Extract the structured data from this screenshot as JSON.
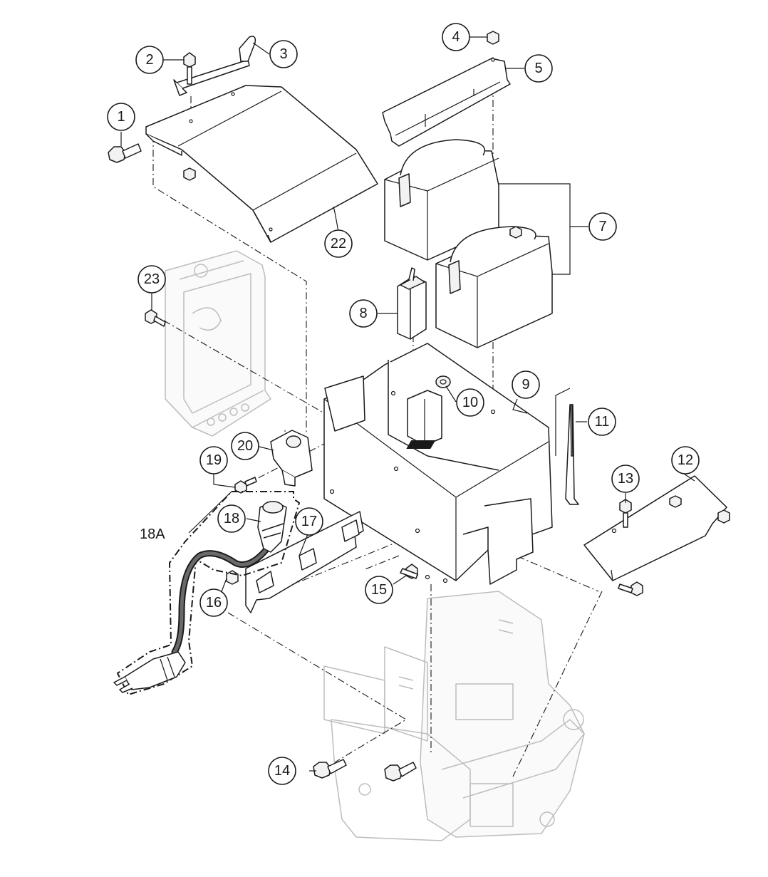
{
  "callouts": [
    {
      "id": "1",
      "label": "1"
    },
    {
      "id": "2",
      "label": "2"
    },
    {
      "id": "3",
      "label": "3"
    },
    {
      "id": "4",
      "label": "4"
    },
    {
      "id": "5",
      "label": "5"
    },
    {
      "id": "7",
      "label": "7"
    },
    {
      "id": "8",
      "label": "8"
    },
    {
      "id": "9",
      "label": "9"
    },
    {
      "id": "10",
      "label": "10"
    },
    {
      "id": "11",
      "label": "11"
    },
    {
      "id": "12",
      "label": "12"
    },
    {
      "id": "13",
      "label": "13"
    },
    {
      "id": "14",
      "label": "14"
    },
    {
      "id": "15",
      "label": "15"
    },
    {
      "id": "16",
      "label": "16"
    },
    {
      "id": "17",
      "label": "17"
    },
    {
      "id": "18",
      "label": "18"
    },
    {
      "id": "19",
      "label": "19"
    },
    {
      "id": "20",
      "label": "20"
    },
    {
      "id": "22",
      "label": "22"
    },
    {
      "id": "23",
      "label": "23"
    }
  ],
  "free_labels": {
    "cord_assembly": "18A"
  },
  "colors": {
    "line": "#1a1a1a",
    "ghost_line": "#bdbdbd",
    "background": "#ffffff"
  }
}
